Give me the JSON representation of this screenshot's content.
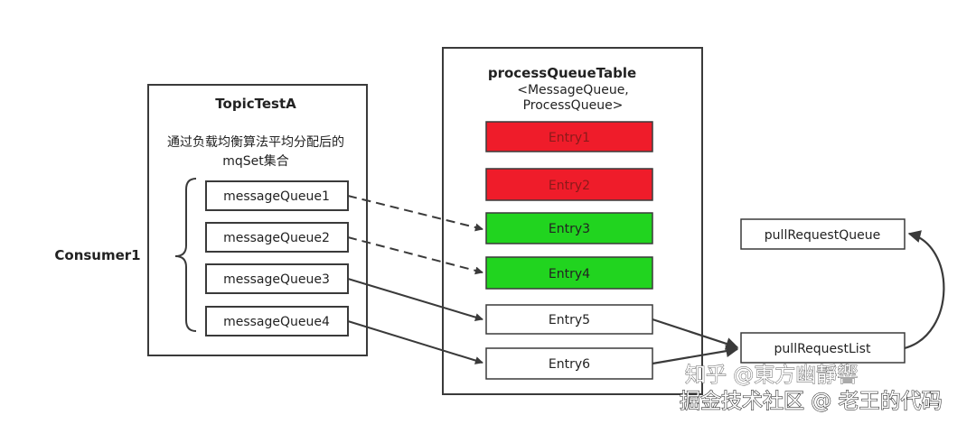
{
  "colors": {
    "line": "#3a3a3a",
    "entry_red": "#ef1c2a",
    "entry_green": "#21d41f",
    "entry_plain": "#ffffff",
    "watermark": "#ffffff"
  },
  "consumer": {
    "label": "Consumer1"
  },
  "topic": {
    "title": "TopicTestA",
    "desc_line1": "通过负载均衡算法平均分配后的",
    "desc_line2": "mqSet集合",
    "queues": [
      "messageQueue1",
      "messageQueue2",
      "messageQueue3",
      "messageQueue4"
    ]
  },
  "table": {
    "title": "processQueueTable",
    "subtitle_line1": "<MessageQueue,",
    "subtitle_line2": "ProcessQueue>",
    "entries": [
      {
        "label": "Entry1",
        "state": "red"
      },
      {
        "label": "Entry2",
        "state": "red"
      },
      {
        "label": "Entry3",
        "state": "green"
      },
      {
        "label": "Entry4",
        "state": "green"
      },
      {
        "label": "Entry5",
        "state": "plain"
      },
      {
        "label": "Entry6",
        "state": "plain"
      }
    ]
  },
  "pull": {
    "queue_label": "pullRequestQueue",
    "list_label": "pullRequestList"
  },
  "watermark": {
    "line1": "知乎 @東方幽靜響",
    "line2": "掘金技术社区 @ 老王的代码"
  }
}
